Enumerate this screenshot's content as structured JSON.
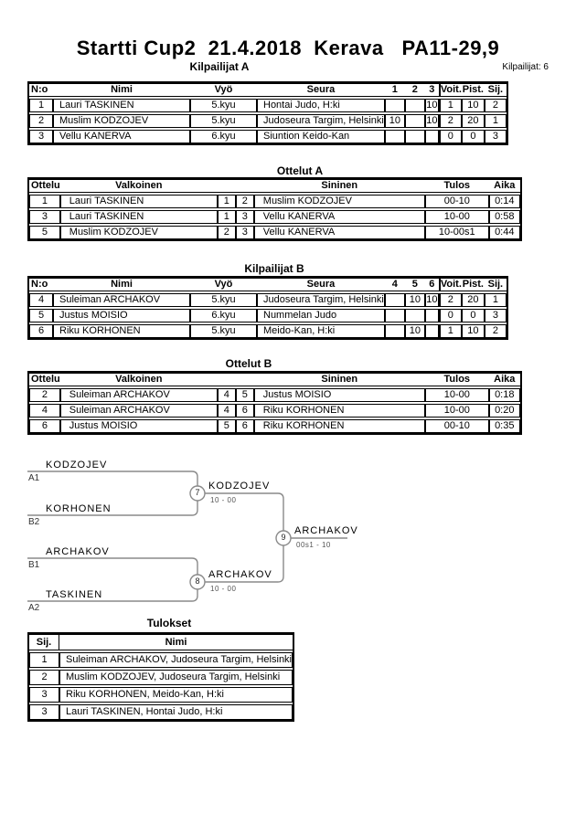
{
  "page": {
    "title": "Startti Cup2  21.4.2018  Kerava   PA11-29,9",
    "competitors_count": "Kilpailijat: 6"
  },
  "pool_a": {
    "title": "Kilpailijat A",
    "headers": {
      "no": "N:o",
      "name": "Nimi",
      "belt": "Vyö",
      "club": "Seura",
      "c1": "1",
      "c2": "2",
      "c3": "3",
      "wins": "Voit.",
      "points": "Pist.",
      "place": "Sij."
    },
    "rows": [
      {
        "no": "1",
        "name": "Lauri TASKINEN",
        "belt": "5.kyu",
        "club": "Hontai Judo, H:ki",
        "r1": "",
        "r2": "",
        "r3": "10",
        "wins": "1",
        "points": "10",
        "place": "2"
      },
      {
        "no": "2",
        "name": "Muslim KODZOJEV",
        "belt": "5.kyu",
        "club": "Judoseura Targim, Helsinki",
        "r1": "10",
        "r2": "",
        "r3": "10",
        "wins": "2",
        "points": "20",
        "place": "1"
      },
      {
        "no": "3",
        "name": "Vellu KANERVA",
        "belt": "6.kyu",
        "club": "Siuntion Keido-Kan",
        "r1": "",
        "r2": "",
        "r3": "",
        "wins": "0",
        "points": "0",
        "place": "3"
      }
    ]
  },
  "matches_a": {
    "title": "Ottelut A",
    "headers": {
      "match": "Ottelu",
      "white": "Valkoinen",
      "blue": "Sininen",
      "result": "Tulos",
      "time": "Aika"
    },
    "rows": [
      {
        "match": "1",
        "white": "Lauri TASKINEN",
        "wn": "1",
        "bn": "2",
        "blue": "Muslim KODZOJEV",
        "result": "00-10",
        "time": "0:14"
      },
      {
        "match": "3",
        "white": "Lauri TASKINEN",
        "wn": "1",
        "bn": "3",
        "blue": "Vellu KANERVA",
        "result": "10-00",
        "time": "0:58"
      },
      {
        "match": "5",
        "white": "Muslim KODZOJEV",
        "wn": "2",
        "bn": "3",
        "blue": "Vellu KANERVA",
        "result": "10-00s1",
        "time": "0:44"
      }
    ]
  },
  "pool_b": {
    "title": "Kilpailijat B",
    "headers": {
      "no": "N:o",
      "name": "Nimi",
      "belt": "Vyö",
      "club": "Seura",
      "c1": "4",
      "c2": "5",
      "c3": "6",
      "wins": "Voit.",
      "points": "Pist.",
      "place": "Sij."
    },
    "rows": [
      {
        "no": "4",
        "name": "Suleiman ARCHAKOV",
        "belt": "5.kyu",
        "club": "Judoseura Targim, Helsinki",
        "r1": "",
        "r2": "10",
        "r3": "10",
        "wins": "2",
        "points": "20",
        "place": "1"
      },
      {
        "no": "5",
        "name": "Justus MOISIO",
        "belt": "6.kyu",
        "club": "Nummelan Judo",
        "r1": "",
        "r2": "",
        "r3": "",
        "wins": "0",
        "points": "0",
        "place": "3"
      },
      {
        "no": "6",
        "name": "Riku KORHONEN",
        "belt": "5.kyu",
        "club": "Meido-Kan, H:ki",
        "r1": "",
        "r2": "10",
        "r3": "",
        "wins": "1",
        "points": "10",
        "place": "2"
      }
    ]
  },
  "matches_b": {
    "title": "Ottelut B",
    "headers": {
      "match": "Ottelu",
      "white": "Valkoinen",
      "blue": "Sininen",
      "result": "Tulos",
      "time": "Aika"
    },
    "rows": [
      {
        "match": "2",
        "white": "Suleiman ARCHAKOV",
        "wn": "4",
        "bn": "5",
        "blue": "Justus MOISIO",
        "result": "10-00",
        "time": "0:18"
      },
      {
        "match": "4",
        "white": "Suleiman ARCHAKOV",
        "wn": "4",
        "bn": "6",
        "blue": "Riku KORHONEN",
        "result": "10-00",
        "time": "0:20"
      },
      {
        "match": "6",
        "white": "Justus MOISIO",
        "wn": "5",
        "bn": "6",
        "blue": "Riku KORHONEN",
        "result": "00-10",
        "time": "0:35"
      }
    ]
  },
  "bracket": {
    "entry1": {
      "name": "KODZOJEV",
      "seed": "A1"
    },
    "entry2": {
      "name": "KORHONEN",
      "seed": "B2"
    },
    "entry3": {
      "name": "ARCHAKOV",
      "seed": "B1"
    },
    "entry4": {
      "name": "TASKINEN",
      "seed": "A2"
    },
    "semi1": {
      "number": "7",
      "winner": "KODZOJEV",
      "score": "10 - 00"
    },
    "semi2": {
      "number": "8",
      "winner": "ARCHAKOV",
      "score": "10 - 00"
    },
    "final": {
      "number": "9",
      "winner": "ARCHAKOV",
      "score": "00s1 - 10"
    },
    "line_color": "#8a8a8a"
  },
  "results": {
    "title": "Tulokset",
    "headers": {
      "place": "Sij.",
      "name": "Nimi"
    },
    "rows": [
      {
        "place": "1",
        "name": "Suleiman ARCHAKOV, Judoseura Targim, Helsinki"
      },
      {
        "place": "2",
        "name": "Muslim KODZOJEV, Judoseura Targim, Helsinki"
      },
      {
        "place": "3",
        "name": "Riku KORHONEN, Meido-Kan, H:ki"
      },
      {
        "place": "3",
        "name": "Lauri TASKINEN, Hontai Judo, H:ki"
      }
    ]
  }
}
